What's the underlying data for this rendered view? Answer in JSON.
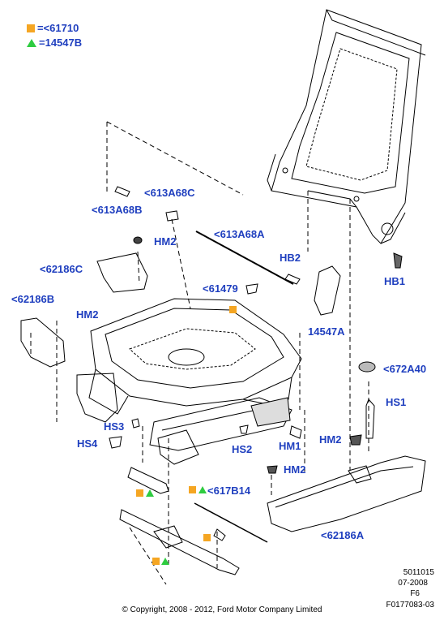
{
  "legend": {
    "square_code": "=<61710",
    "triangle_code": "=14547B"
  },
  "labels": {
    "l613A68C": "<613A68C",
    "l613A68B": "<613A68B",
    "l613A68A": "<613A68A",
    "hm2_top": "HM2",
    "l62186C": "<62186C",
    "hb2": "HB2",
    "hb1": "HB1",
    "l61479": "<61479",
    "l62186B": "<62186B",
    "hm2_left": "HM2",
    "l14547A": "14547A",
    "l672A40": "<672A40",
    "hs1": "HS1",
    "hs3": "HS3",
    "hs4": "HS4",
    "hs2": "HS2",
    "hm1": "HM1",
    "hm2_right": "HM2",
    "hm2_bottom": "HM2",
    "l617B14": "<617B14",
    "l62186A": "<62186A"
  },
  "meta": {
    "code": "5011015",
    "date": "07-2008",
    "sheet": "F6",
    "figure": "F0177083-03"
  },
  "copyright": "© Copyright, 2008 - 2012, Ford Motor Company Limited",
  "colors": {
    "label": "#1f3fbf",
    "square_marker": "#f5a623",
    "triangle_marker": "#2ecc40",
    "line": "#000000"
  }
}
